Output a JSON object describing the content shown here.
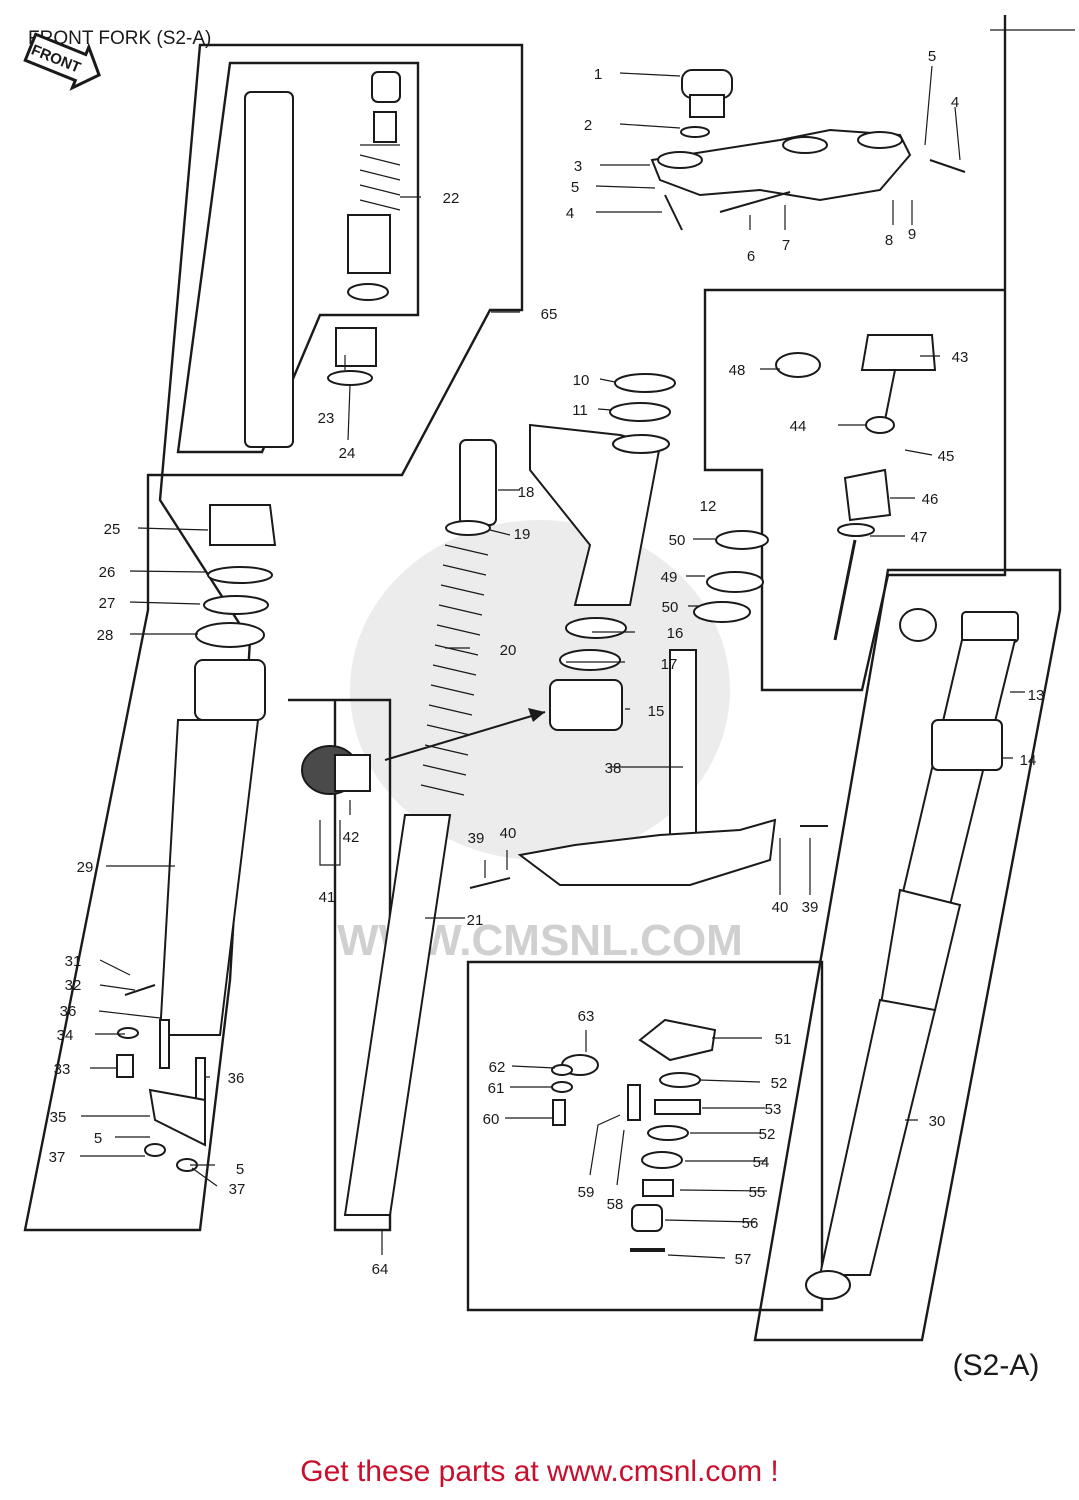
{
  "title": "FRONT FORK (S2-A)",
  "direction_tag": "FRONT",
  "variant_label": "(S2-A)",
  "watermark": "WWW.CMSNL.COM",
  "footer_link": "Get these parts at www.cmsnl.com !",
  "colors": {
    "footer_link": "#c8102e",
    "ink": "#1a1a1a",
    "watermark": "#d9d9d9"
  },
  "callouts": {
    "c1": "1",
    "c2": "2",
    "c3": "3",
    "c4a": "4",
    "c4b": "4",
    "c5a": "5",
    "c5b": "5",
    "c5c": "5",
    "c5d": "5",
    "c6": "6",
    "c7": "7",
    "c8": "8",
    "c9": "9",
    "c10": "10",
    "c11": "11",
    "c12": "12",
    "c13": "13",
    "c14": "14",
    "c15": "15",
    "c16": "16",
    "c17": "17",
    "c18": "18",
    "c19": "19",
    "c20": "20",
    "c21": "21",
    "c22": "22",
    "c23": "23",
    "c24": "24",
    "c25": "25",
    "c26": "26",
    "c27": "27",
    "c28": "28",
    "c29": "29",
    "c30": "30",
    "c31": "31",
    "c32": "32",
    "c33": "33",
    "c34": "34",
    "c35": "35",
    "c36a": "36",
    "c36b": "36",
    "c37a": "37",
    "c37b": "37",
    "c38": "38",
    "c39a": "39",
    "c39b": "39",
    "c40a": "40",
    "c40b": "40",
    "c41": "41",
    "c42": "42",
    "c43": "43",
    "c44": "44",
    "c45": "45",
    "c46": "46",
    "c47": "47",
    "c48": "48",
    "c49": "49",
    "c50a": "50",
    "c50b": "50",
    "c51": "51",
    "c52a": "52",
    "c52b": "52",
    "c53": "53",
    "c54": "54",
    "c55": "55",
    "c56": "56",
    "c57": "57",
    "c58": "58",
    "c59": "59",
    "c60": "60",
    "c61": "61",
    "c62": "62",
    "c63": "63",
    "c64": "64",
    "c65": "65"
  }
}
